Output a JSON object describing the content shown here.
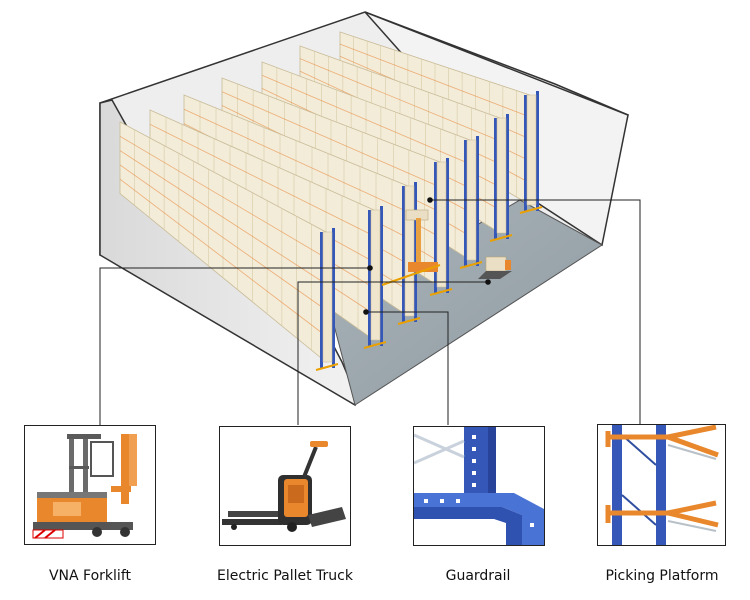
{
  "captions": {
    "vna_forklift": "VNA Forklift",
    "electric_pallet_truck": "Electric Pallet Truck",
    "guardrail": "Guardrail",
    "picking_platform": "Picking Platform"
  },
  "colors": {
    "rack_upright": "#3557b7",
    "rack_beam": "#e87a22",
    "carton": "#f3ecd9",
    "floor": "#9aa6ad",
    "wall": "#e6e6e6",
    "equipment_orange": "#e9872c"
  }
}
